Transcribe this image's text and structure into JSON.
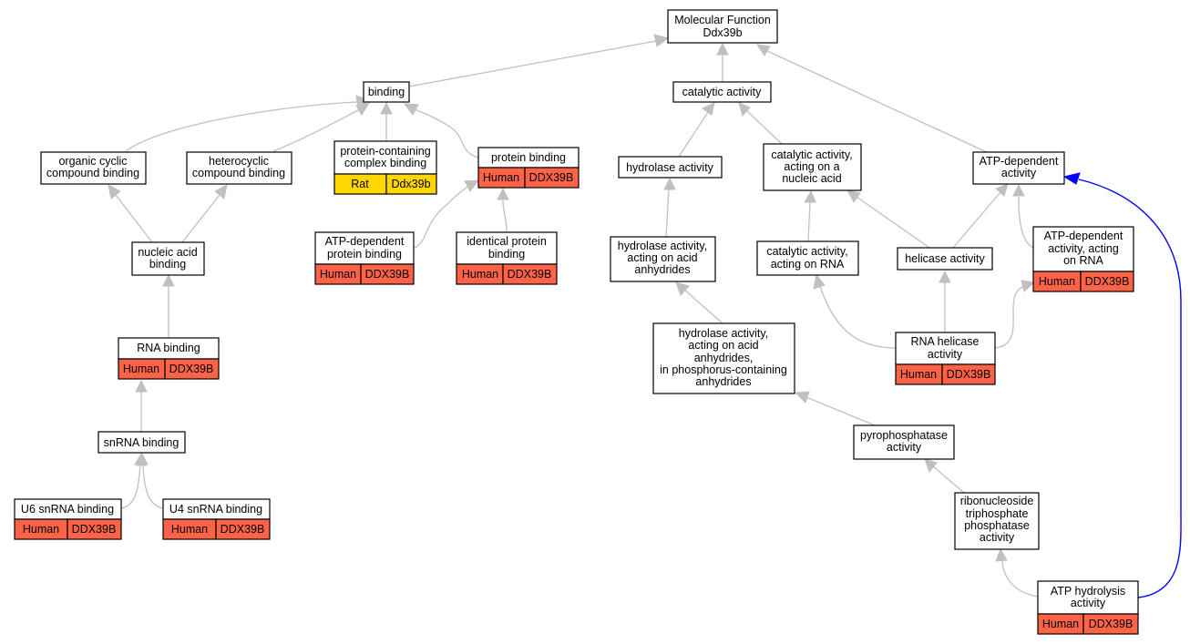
{
  "root": {
    "line1": "Molecular Function",
    "line2": "Ddx39b"
  },
  "nodes": {
    "binding": "binding",
    "catalytic": "catalytic activity",
    "organic_cyclic": [
      "organic cyclic",
      "compound binding"
    ],
    "heterocyclic": [
      "heterocyclic",
      "compound binding"
    ],
    "protein_complex": [
      "protein-containing",
      "complex binding"
    ],
    "protein_binding": "protein binding",
    "hydrolase": "hydrolase activity",
    "cat_nucleic": [
      "catalytic activity,",
      "acting on a",
      "nucleic acid"
    ],
    "atp_dependent": [
      "ATP-dependent",
      "activity"
    ],
    "nucleic_acid_binding": [
      "nucleic acid",
      "binding"
    ],
    "atp_dep_protein_binding": [
      "ATP-dependent",
      "protein binding"
    ],
    "identical_protein_binding": [
      "identical protein",
      "binding"
    ],
    "hydrolase_acid_anhydrides": [
      "hydrolase activity,",
      "acting on acid",
      "anhydrides"
    ],
    "cat_rna": [
      "catalytic activity,",
      "acting on RNA"
    ],
    "helicase": "helicase activity",
    "atp_dep_rna": [
      "ATP-dependent",
      "activity, acting",
      "on RNA"
    ],
    "rna_binding": "RNA binding",
    "hydrolase_phosphorus": [
      "hydrolase activity,",
      "acting on acid",
      "anhydrides,",
      "in phosphorus-containing",
      "anhydrides"
    ],
    "rna_helicase": [
      "RNA helicase",
      "activity"
    ],
    "pyrophosphatase": [
      "pyrophosphatase",
      "activity"
    ],
    "snrna_binding": "snRNA binding",
    "ribonucleoside": [
      "ribonucleoside",
      "triphosphate",
      "phosphatase",
      "activity"
    ],
    "u6_binding": "U6 snRNA binding",
    "u4_binding": "U4 snRNA binding",
    "atp_hydrolysis": [
      "ATP hydrolysis",
      "activity"
    ]
  },
  "annotations": {
    "human": "Human",
    "rat": "Rat",
    "human_gene": "DDX39B",
    "rat_gene": "Ddx39b"
  },
  "colors": {
    "human": "#FF6347",
    "rat": "#FFD700",
    "edge": "#c0c0c0",
    "highlight_edge": "#0000ff"
  }
}
